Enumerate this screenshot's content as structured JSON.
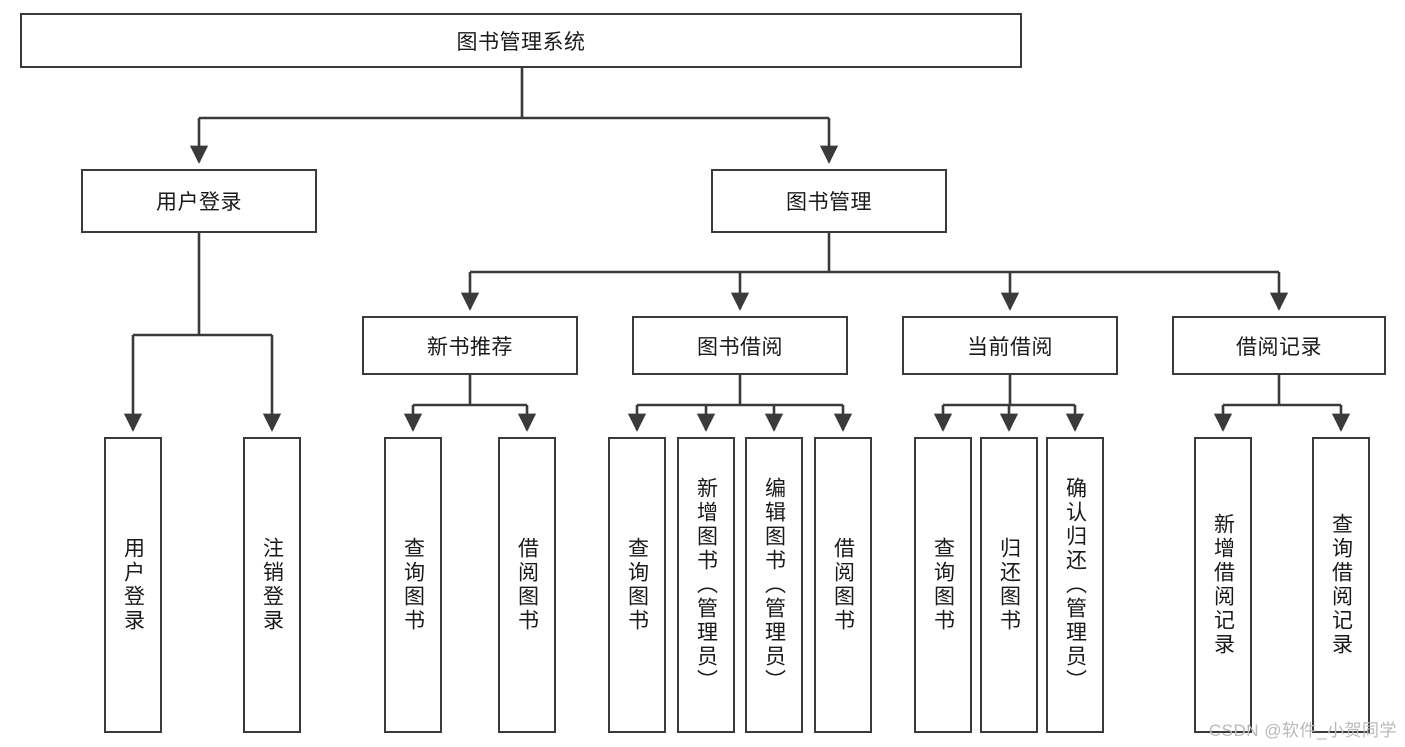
{
  "diagram": {
    "title": "图书管理系统",
    "type": "tree-hierarchy",
    "root": {
      "label": "图书管理系统"
    },
    "level2": [
      {
        "label": "用户登录"
      },
      {
        "label": "图书管理"
      }
    ],
    "level3": [
      {
        "label": "新书推荐"
      },
      {
        "label": "图书借阅"
      },
      {
        "label": "当前借阅"
      },
      {
        "label": "借阅记录"
      }
    ],
    "leaves": {
      "user_login": [
        {
          "label": "用户登录"
        },
        {
          "label": "注销登录"
        }
      ],
      "new_book_recommend": [
        {
          "label": "查询图书"
        },
        {
          "label": "借阅图书"
        }
      ],
      "book_borrow": [
        {
          "label": "查询图书"
        },
        {
          "label": "新增图书（管理员）"
        },
        {
          "label": "编辑图书（管理员）"
        },
        {
          "label": "借阅图书"
        }
      ],
      "current_borrow": [
        {
          "label": "查询图书"
        },
        {
          "label": "归还图书"
        },
        {
          "label": "确认归还（管理员）"
        }
      ],
      "borrow_record": [
        {
          "label": "新增借阅记录"
        },
        {
          "label": "查询借阅记录"
        }
      ]
    }
  },
  "watermark": {
    "text": "CSDN @软件_小贺同学"
  },
  "colors": {
    "border": "#3a3a3a",
    "text": "#1a1a1a",
    "background": "#ffffff",
    "watermark": "#b9b9b9"
  }
}
